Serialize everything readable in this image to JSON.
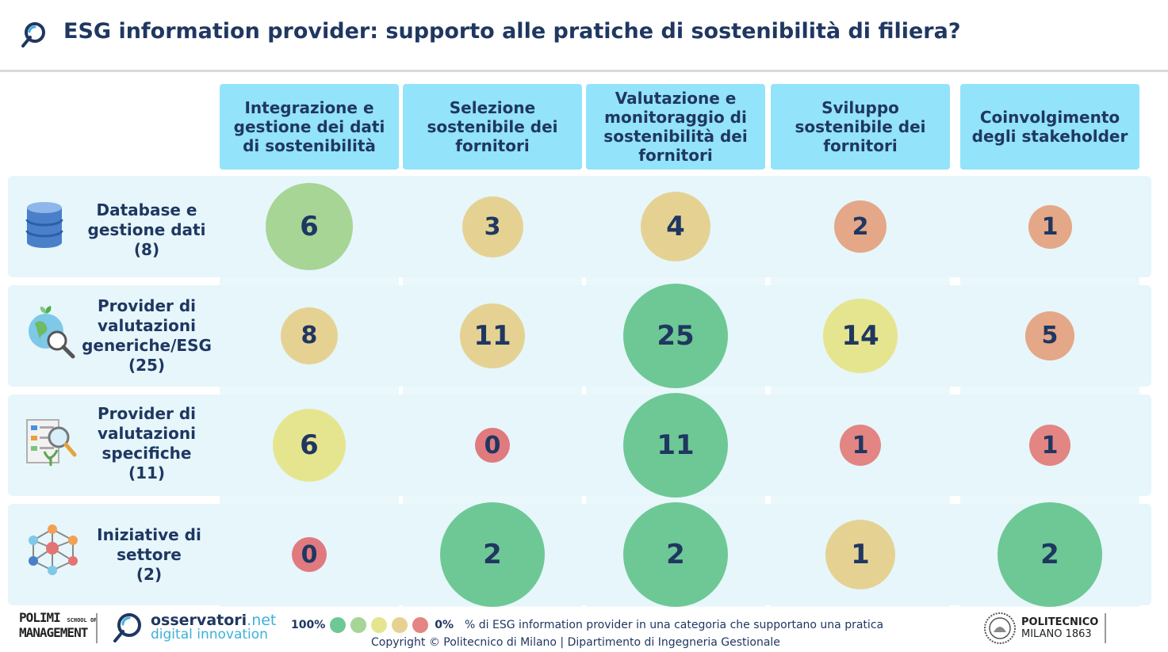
{
  "title": "ESG information provider: supporto alle pratiche di sostenibilità di filiera?",
  "icons": {
    "header": "magnifier-icon",
    "rows": [
      "database-icon",
      "globe-search-icon",
      "document-search-icon",
      "network-icon"
    ]
  },
  "colors": {
    "header_bg": "#93e3fa",
    "row_bg": "#e6f6fb",
    "text": "#1f3761",
    "scale": [
      "#6ec895",
      "#a6d595",
      "#e6e58f",
      "#e5d293",
      "#e4a787",
      "#e28583"
    ],
    "zero": "#e07a7f"
  },
  "chart_data": {
    "type": "bubble-matrix",
    "columns": [
      "Integrazione e gestione dei dati di sostenibilità",
      "Selezione sostenibile dei fornitori",
      "Valutazione e monitoraggio di sostenibilità dei fornitori",
      "Sviluppo sostenibile dei fornitori",
      "Coinvolgimento degli stakeholder"
    ],
    "rows": [
      {
        "label": "Database e gestione dati",
        "count": "(8)",
        "total": 8,
        "values": [
          6,
          3,
          4,
          2,
          1
        ]
      },
      {
        "label": "Provider di valutazioni generiche/ESG",
        "count": "(25)",
        "total": 25,
        "values": [
          8,
          11,
          25,
          14,
          5
        ]
      },
      {
        "label": "Provider di valutazioni specifiche",
        "count": "(11)",
        "total": 11,
        "values": [
          6,
          0,
          11,
          1,
          1
        ]
      },
      {
        "label": "Iniziative di settore",
        "count": "(2)",
        "total": 2,
        "values": [
          0,
          2,
          2,
          1,
          2
        ]
      }
    ]
  },
  "legend": {
    "high": "100%",
    "low": "0%",
    "description": "% di ESG information provider in una categoria che supportano una pratica"
  },
  "footer": {
    "polimi_line1": "POLIMI",
    "polimi_school": "SCHOOL OF",
    "polimi_line2": "MANAGEMENT",
    "oss_name": "osservatori",
    "oss_net": ".net",
    "oss_sub": "digital innovation",
    "copyright": "Copyright © Politecnico di Milano | Dipartimento di Ingegneria Gestionale",
    "politecnico": "POLITECNICO",
    "milano": "MILANO 1863"
  }
}
